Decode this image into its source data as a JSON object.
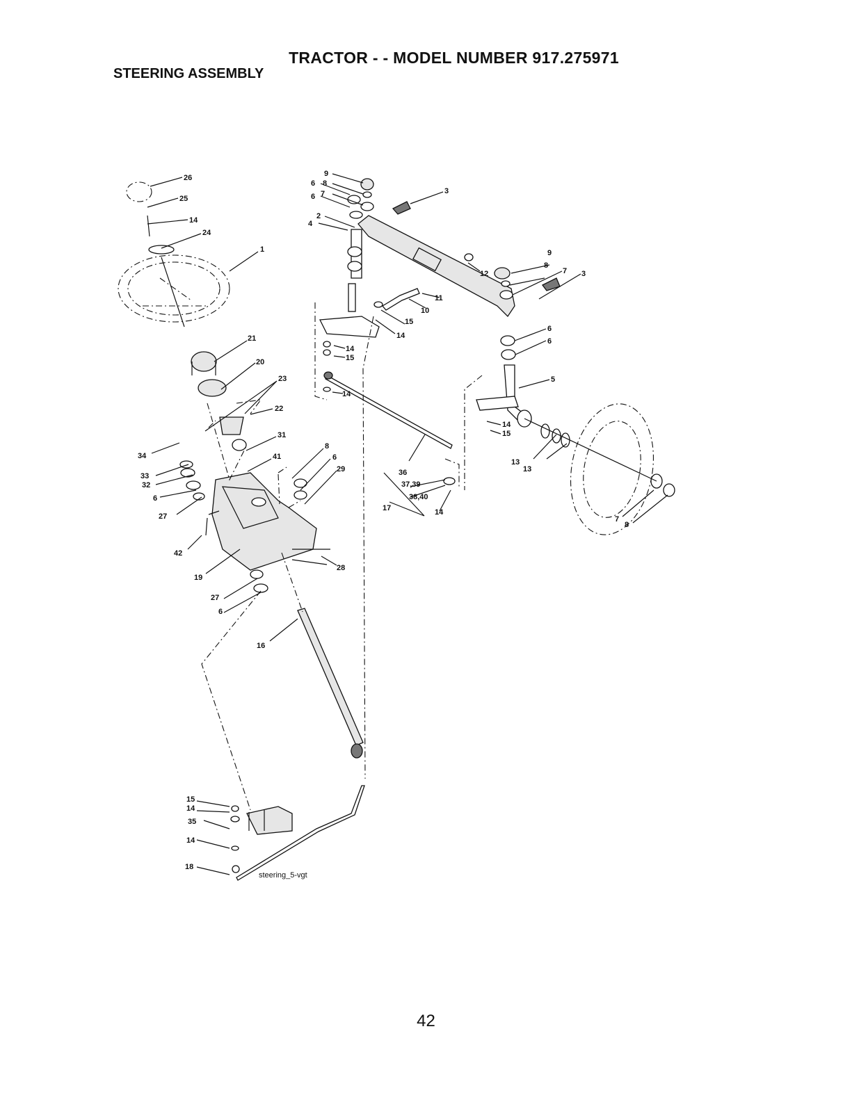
{
  "header": {
    "title": "TRACTOR - - MODEL NUMBER 917.275971",
    "subtitle": "STEERING ASSEMBLY"
  },
  "diagram": {
    "caption": "steering_5-vgt",
    "callouts": [
      "26",
      "25",
      "14",
      "24",
      "1",
      "21",
      "20",
      "23",
      "22",
      "31",
      "41",
      "34",
      "33",
      "32",
      "6",
      "27",
      "42",
      "19",
      "8",
      "6",
      "29",
      "28",
      "27",
      "6",
      "16",
      "15",
      "14",
      "35",
      "14",
      "18",
      "9",
      "8",
      "7",
      "2",
      "6",
      "6",
      "4",
      "3",
      "12",
      "11",
      "10",
      "15",
      "14",
      "14",
      "15",
      "14",
      "36",
      "37,39",
      "38,40",
      "17",
      "14",
      "9",
      "8",
      "7",
      "3",
      "6",
      "6",
      "5",
      "14",
      "15",
      "13",
      "13",
      "7",
      "8"
    ]
  },
  "footer": {
    "page_number": "42"
  }
}
